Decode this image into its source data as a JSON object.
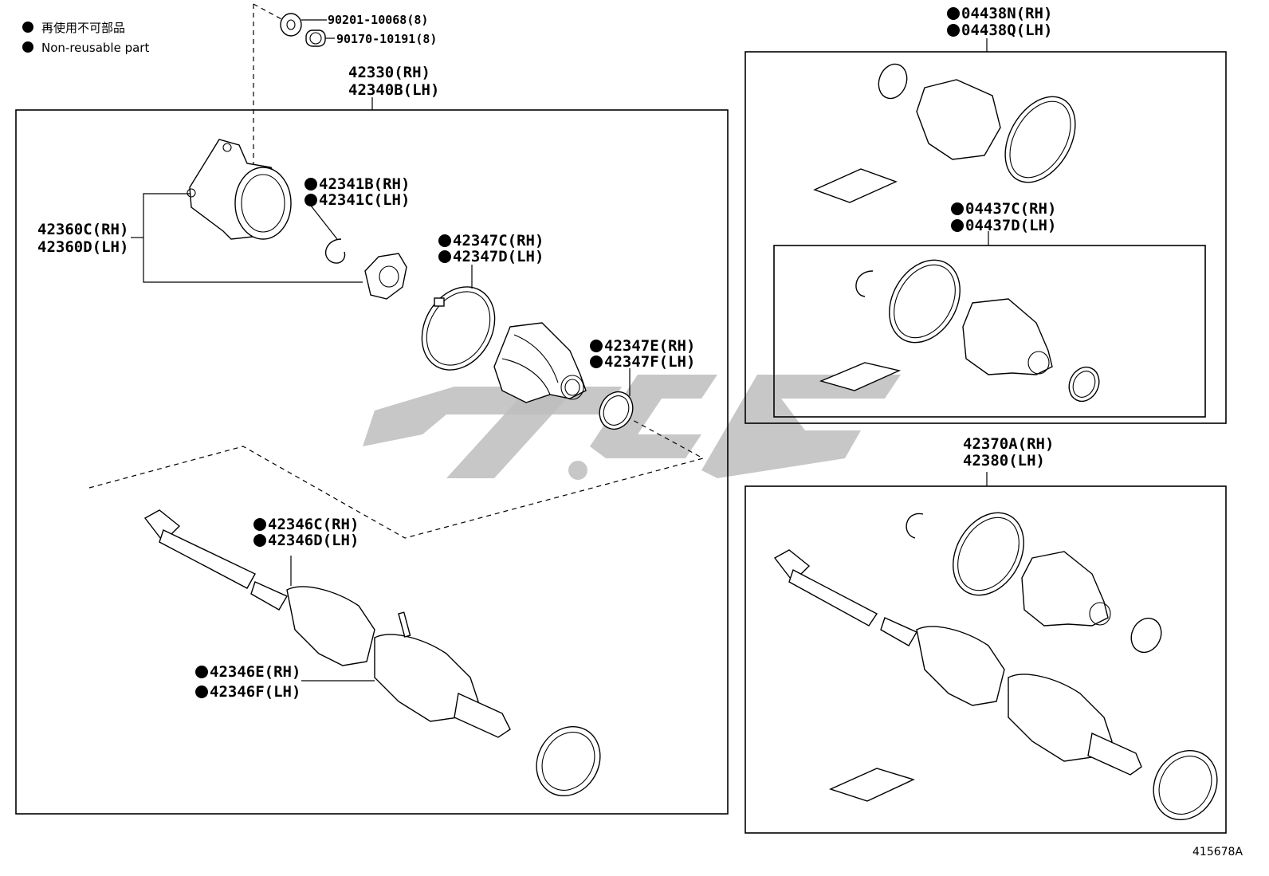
{
  "legend": {
    "line1": "再使用不可部品",
    "line2": "Non-reusable part"
  },
  "figure_id": "415678A",
  "labels": {
    "bolt_a": "90201-10068(8)",
    "bolt_b": "90170-10191(8)",
    "assy_rh": "42330(RH)",
    "assy_lh": "42340B(LH)",
    "outer_joint_rh": "42360C(RH)",
    "outer_joint_lh": "42360D(LH)",
    "snap_ring_rh": "42341B(RH)",
    "snap_ring_lh": "42341C(LH)",
    "boot_clamp_rh": "42347C(RH)",
    "boot_clamp_lh": "42347D(LH)",
    "small_clamp_rh": "42347E(RH)",
    "small_clamp_lh": "42347F(LH)",
    "damper_rh": "42346C(RH)",
    "damper_lh": "42346D(LH)",
    "shaft_rh": "42346E(RH)",
    "shaft_lh": "42346F(LH)",
    "outer_boot_kit_rh": "04438N(RH)",
    "outer_boot_kit_lh": "04438Q(LH)",
    "inner_boot_kit_rh": "04437C(RH)",
    "inner_boot_kit_lh": "04437D(LH)",
    "alt_assy_rh": "42370A(RH)",
    "alt_assy_lh": "42380(LH)"
  }
}
